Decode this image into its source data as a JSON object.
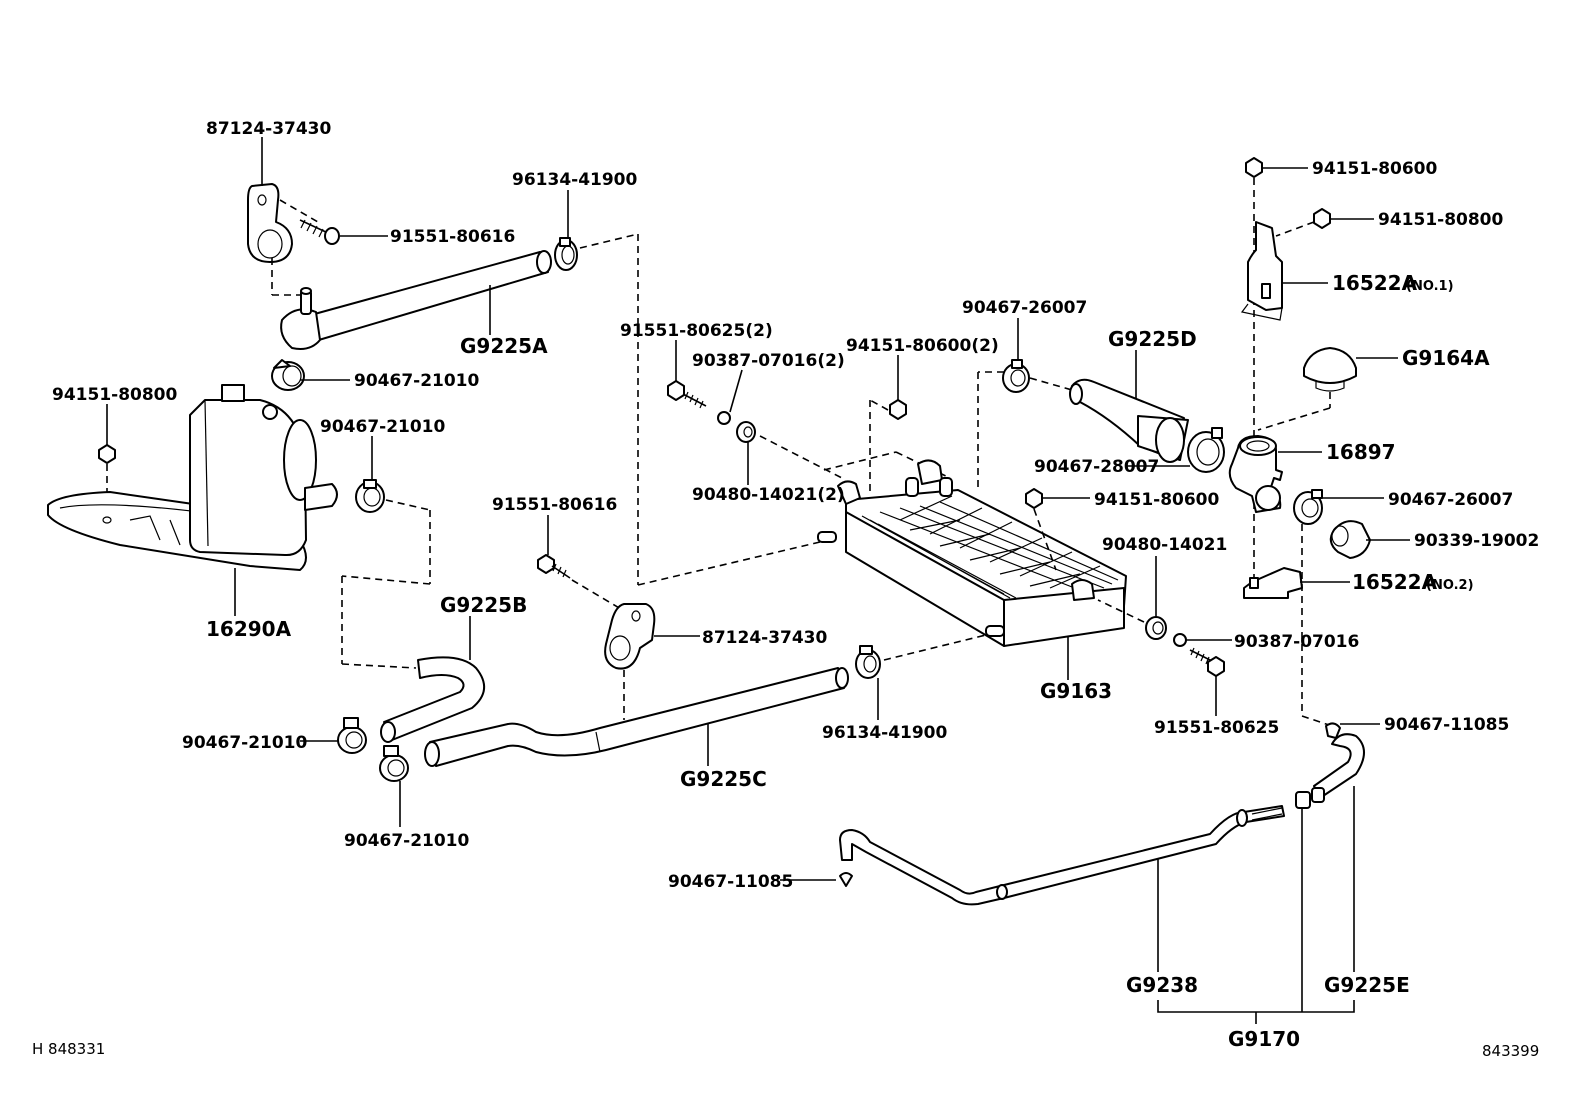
{
  "labels": {
    "p87124_top": "87124-37430",
    "p91551_80616_top": "91551-80616",
    "p96134_top": "96134-41900",
    "pG9225A": "G9225A",
    "p90467_21010_a": "90467-21010",
    "p94151_80800_left": "94151-80800",
    "p90467_21010_b": "90467-21010",
    "p16290A": "16290A",
    "pG9225B": "G9225B",
    "p90467_21010_c": "90467-21010",
    "p90467_21010_d": "90467-21010",
    "p91551_80625_2": "91551-80625(2)",
    "p90387_07016_2": "90387-07016(2)",
    "p90480_14021_2": "90480-14021(2)",
    "p94151_80600_2": "94151-80600(2)",
    "p91551_80616_mid": "91551-80616",
    "p87124_mid": "87124-37430",
    "pG9225C": "G9225C",
    "p96134_bottom": "96134-41900",
    "p90467_26007_top": "90467-26007",
    "pG9225D": "G9225D",
    "p90467_28007": "90467-28007",
    "p94151_80600_mid": "94151-80600",
    "p90480_14021": "90480-14021",
    "pG9163": "G9163",
    "p90387_07016": "90387-07016",
    "p91551_80625": "91551-80625",
    "p94151_80600_top": "94151-80600",
    "p94151_80800_right": "94151-80800",
    "p16522A_no1": "16522A",
    "p16522A_no1_sub": "(NO.1)",
    "pG9164A": "G9164A",
    "p16897": "16897",
    "p90467_26007_right": "90467-26007",
    "p90339_19002": "90339-19002",
    "p16522A_no2": "16522A",
    "p16522A_no2_sub": "(NO.2)",
    "p90467_11085_right": "90467-11085",
    "p90467_11085_left": "90467-11085",
    "pG9238": "G9238",
    "pG9225E": "G9225E",
    "pG9170": "G9170"
  },
  "footer": {
    "left_code": "H 848331",
    "right_code": "843399"
  }
}
